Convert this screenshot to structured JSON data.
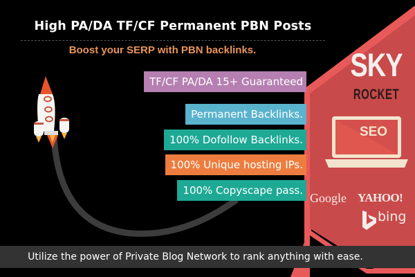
{
  "header": {
    "title": "High PA/DA TF/CF Permanent PBN Posts",
    "subtitle": "Boost your SERP with PBN backlinks."
  },
  "features": [
    {
      "label": "TF/CF PA/DA 15+ Guaranteed",
      "color": "#b57fb1"
    },
    {
      "label": "Permanent Backlinks.",
      "color": "#5ab3cd"
    },
    {
      "label": "100% Dofollow Backlinks.",
      "color": "#1ea995"
    },
    {
      "label": "100% Unique hosting IPs.",
      "color": "#ec7d3f"
    },
    {
      "label": "100% Copyscape pass.",
      "color": "#1ea995"
    }
  ],
  "brand": {
    "line1": "SKY",
    "line2": "ROCKET",
    "laptop_screen_text": "SEO",
    "panel_color": "#c94a4a",
    "panel_edge_color": "#e85a5a"
  },
  "search_engines": {
    "google": "Google",
    "yahoo": "YAHOO!",
    "bing": "bing"
  },
  "icons": {
    "rocket": "rocket-icon",
    "laptop": "laptop-icon",
    "bing_logo": "bing-logo-icon"
  },
  "footer": {
    "text": "Utilize the power of Private Blog Network to rank anything with ease."
  }
}
